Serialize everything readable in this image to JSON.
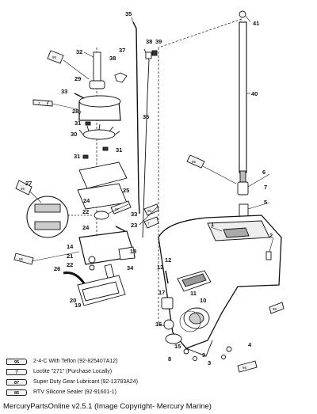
{
  "callouts": [
    {
      "id": "c35",
      "label": "35"
    },
    {
      "id": "c41",
      "label": "41"
    },
    {
      "id": "c32",
      "label": "32"
    },
    {
      "id": "c37",
      "label": "37"
    },
    {
      "id": "c38a",
      "label": "38"
    },
    {
      "id": "c38b",
      "label": "38"
    },
    {
      "id": "c39",
      "label": "39"
    },
    {
      "id": "c29",
      "label": "29"
    },
    {
      "id": "c33a",
      "label": "33"
    },
    {
      "id": "c7a",
      "label": "7"
    },
    {
      "id": "c28",
      "label": "28"
    },
    {
      "id": "c40",
      "label": "40"
    },
    {
      "id": "c36",
      "label": "36"
    },
    {
      "id": "c31a",
      "label": "31"
    },
    {
      "id": "c30",
      "label": "30"
    },
    {
      "id": "c31b",
      "label": "31"
    },
    {
      "id": "c31c",
      "label": "31"
    },
    {
      "id": "c27",
      "label": "27"
    },
    {
      "id": "c6",
      "label": "6"
    },
    {
      "id": "c7b",
      "label": "7"
    },
    {
      "id": "c25",
      "label": "25"
    },
    {
      "id": "c24a",
      "label": "24"
    },
    {
      "id": "c5",
      "label": "5"
    },
    {
      "id": "c33b",
      "label": "33"
    },
    {
      "id": "c22",
      "label": "22"
    },
    {
      "id": "c23",
      "label": "23"
    },
    {
      "id": "c1",
      "label": "1"
    },
    {
      "id": "c2",
      "label": "2"
    },
    {
      "id": "c24b",
      "label": "24"
    },
    {
      "id": "c14",
      "label": "14"
    },
    {
      "id": "c18",
      "label": "18"
    },
    {
      "id": "c21",
      "label": "21"
    },
    {
      "id": "c22b",
      "label": "22"
    },
    {
      "id": "c12",
      "label": "12"
    },
    {
      "id": "c26",
      "label": "26"
    },
    {
      "id": "c34",
      "label": "34"
    },
    {
      "id": "c13",
      "label": "13"
    },
    {
      "id": "c20",
      "label": "20"
    },
    {
      "id": "c11",
      "label": "11"
    },
    {
      "id": "c19",
      "label": "19"
    },
    {
      "id": "c17",
      "label": "17"
    },
    {
      "id": "c10",
      "label": "10"
    },
    {
      "id": "c16",
      "label": "16"
    },
    {
      "id": "c15",
      "label": "15"
    },
    {
      "id": "c9",
      "label": "9"
    },
    {
      "id": "c4",
      "label": "4"
    },
    {
      "id": "c8",
      "label": "8"
    },
    {
      "id": "c3",
      "label": "3"
    }
  ],
  "tube_labels": {
    "t95a": "95",
    "t7a": "7",
    "t95b": "95",
    "t95c": "95",
    "t87a": "87",
    "t95d": "95",
    "t7b": "7",
    "t95e": "95",
    "t95f": "95",
    "t95g": "95"
  },
  "legend": [
    {
      "code": "95",
      "text": "2-4-C  With Teflon  (92-825407A12)"
    },
    {
      "code": "7",
      "text": "Loctite \"271\" (Purchase Locally)"
    },
    {
      "code": "87",
      "text": "Super Duty Gear Lubricant  (92-13783A24)"
    },
    {
      "code": "85",
      "text": "RTV Silicone Sealer  (92-91601-1)"
    }
  ],
  "footer": "MercuryPartsOnline v2.5.1 (Image Copyright- Mercury Marine)"
}
